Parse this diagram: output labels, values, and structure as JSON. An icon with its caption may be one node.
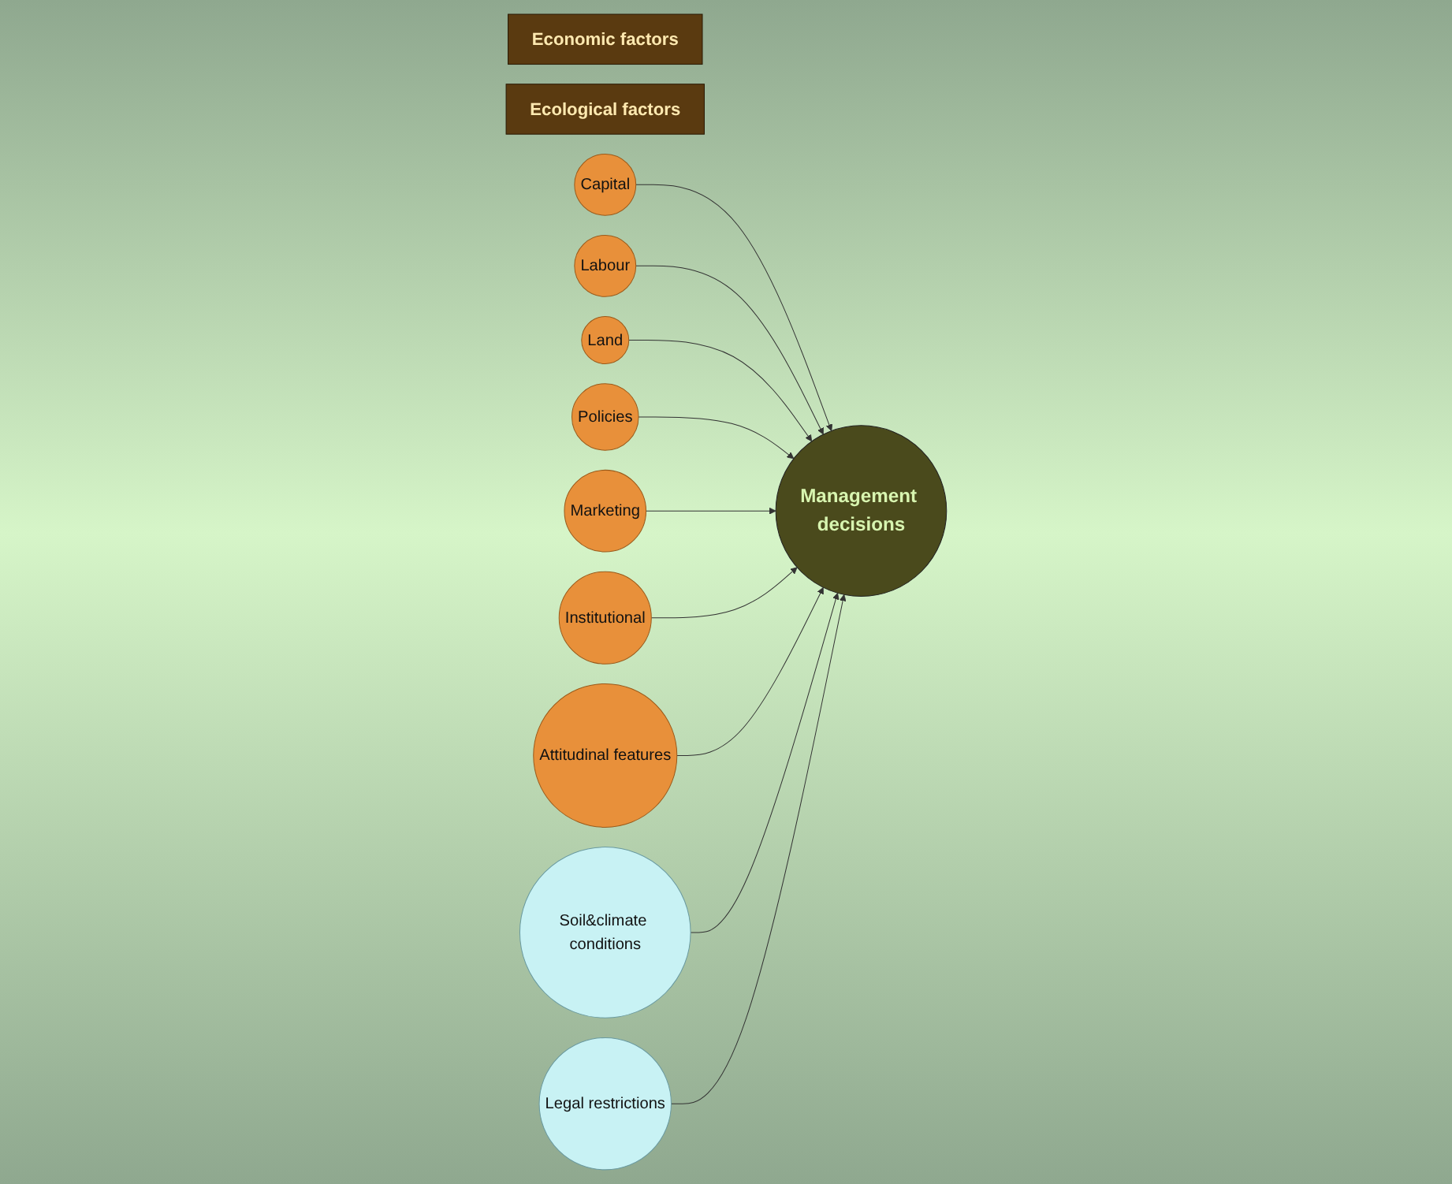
{
  "diagram": {
    "nodes": [
      {
        "text": [
          "Economic factors"
        ]
      },
      {
        "text": [
          "Ecological factors"
        ]
      },
      {
        "text": [
          "Management decisions"
        ]
      },
      {
        "text": [
          "Capital"
        ]
      },
      {
        "text": [
          "Labour"
        ]
      },
      {
        "text": [
          "Land"
        ]
      },
      {
        "text": [
          "Policies"
        ]
      },
      {
        "text": [
          "Marketing"
        ]
      },
      {
        "text": [
          "Institutional"
        ]
      },
      {
        "text": [
          "Attitudinal features"
        ]
      },
      {
        "text": [
          "Soil&climate conditions"
        ]
      },
      {
        "text": [
          "Legal restrictions"
        ]
      }
    ],
    "edges": [
      {
        "from": 3,
        "to": 2,
        "arrow": "to"
      },
      {
        "from": 4,
        "to": 2,
        "arrow": "to"
      },
      {
        "from": 5,
        "to": 2,
        "arrow": "to"
      },
      {
        "from": 6,
        "to": 2,
        "arrow": "to"
      },
      {
        "from": 7,
        "to": 2,
        "arrow": "to"
      },
      {
        "from": 8,
        "to": 2,
        "arrow": "to"
      },
      {
        "from": 9,
        "to": 2,
        "arrow": "to"
      },
      {
        "from": 10,
        "to": 2,
        "arrow": "to"
      },
      {
        "from": 11,
        "to": 2,
        "arrow": "to"
      }
    ]
  }
}
